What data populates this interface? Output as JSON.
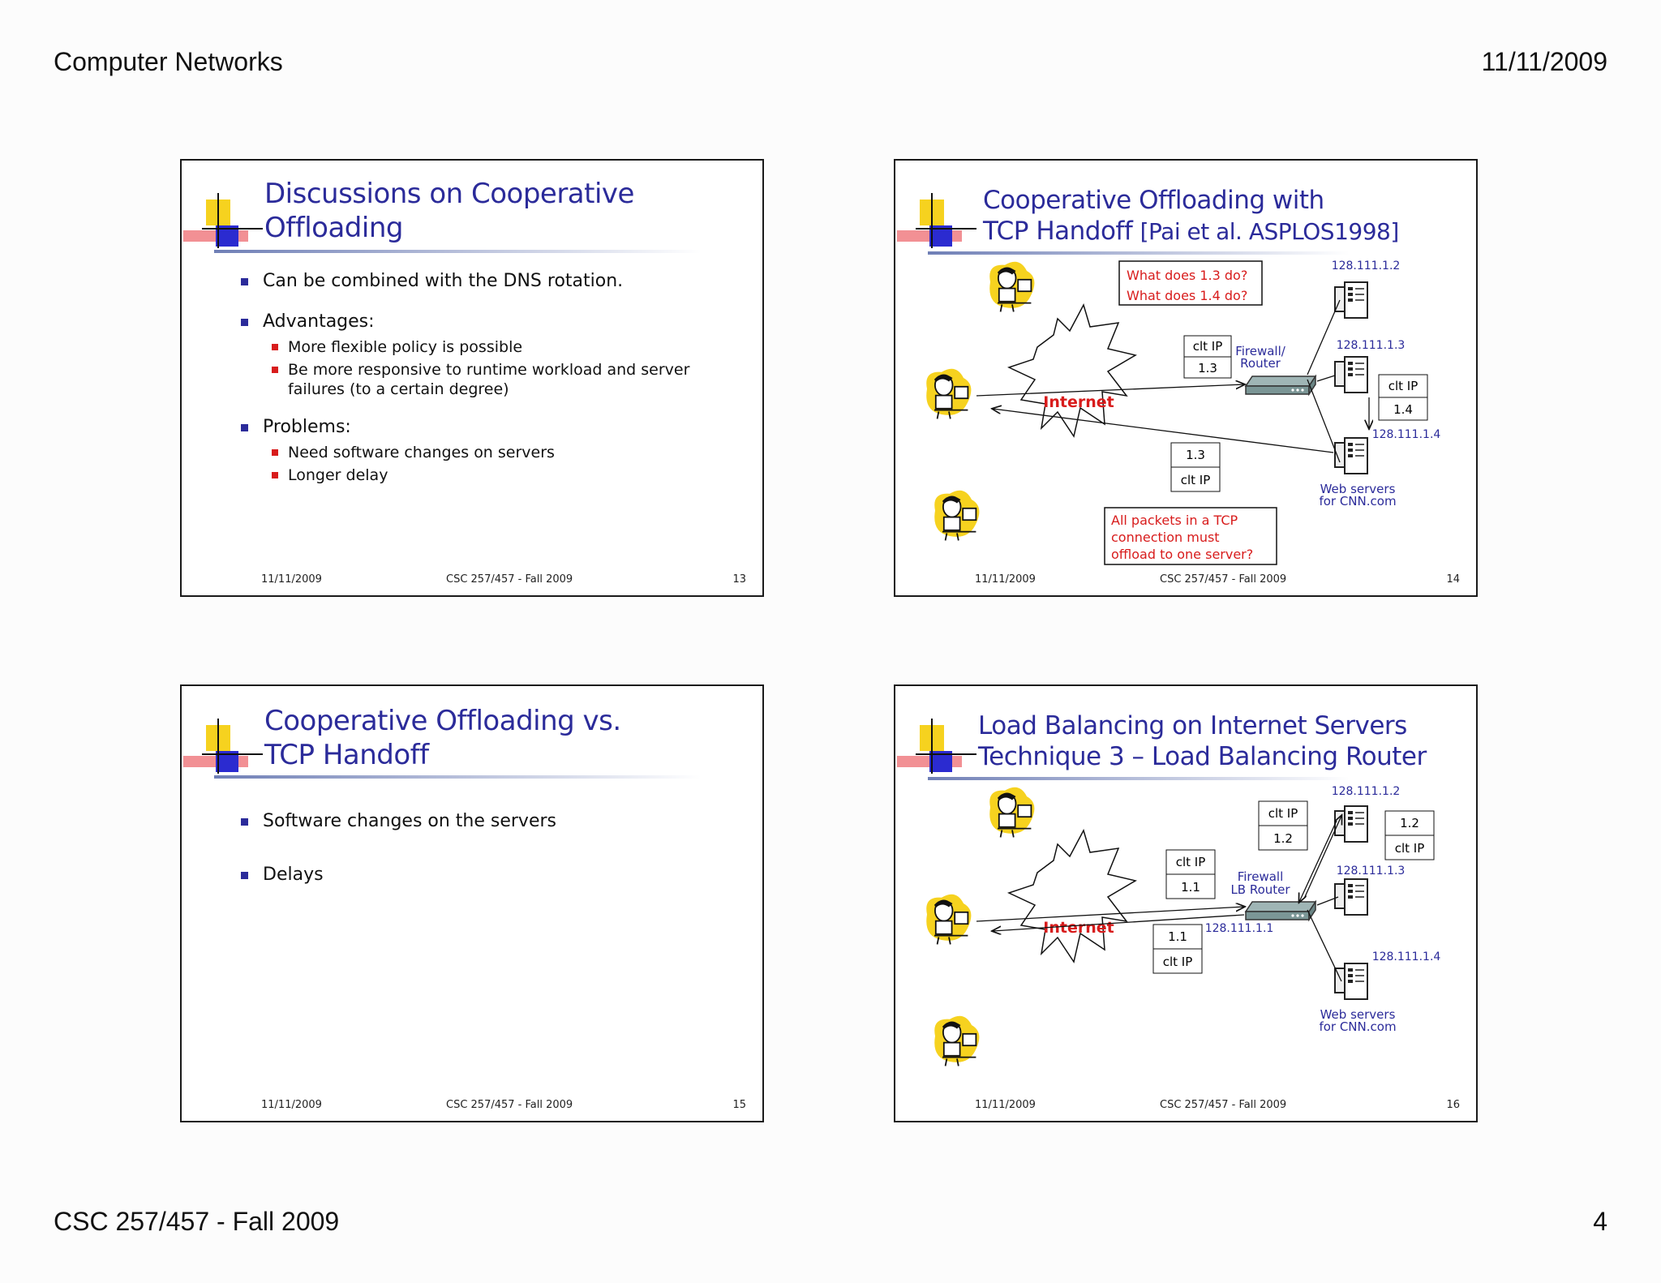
{
  "header": {
    "left": "Computer Networks",
    "right": "11/11/2009"
  },
  "footer": {
    "left": "CSC 257/457 - Fall 2009",
    "right": "4"
  },
  "slide_footer": {
    "date": "11/11/2009",
    "course": "CSC 257/457 - Fall 2009"
  },
  "colors": {
    "title": "#2b2b9a",
    "red": "#d81c1c",
    "deco_yellow": "#f6d21f",
    "deco_red": "#e8343c",
    "deco_blue": "#2b2bd0"
  },
  "slides": [
    {
      "title_line1": "Discussions on Cooperative",
      "title_line2": "Offloading",
      "bullet1": "Can be combined with the DNS rotation.",
      "bullet2": "Advantages:",
      "sub1": "More flexible policy is possible",
      "sub2a": "Be more responsive to runtime workload and server",
      "sub2b": "failures (to a certain degree)",
      "bullet3": "Problems:",
      "sub3": "Need software changes on servers",
      "sub4": "Longer delay",
      "number": "13"
    },
    {
      "title_line1": "Cooperative Offloading with",
      "title_line2": "TCP Handoff",
      "citation": "[Pai et al. ASPLOS1998]",
      "q1": "What does 1.3 do?",
      "q2": "What does 1.4 do?",
      "ip_top": "128.111.1.2",
      "ip_mid": "128.111.1.3",
      "ip_low": "128.111.1.4",
      "router_label1": "Firewall/",
      "router_label2": "Router",
      "pkt1_a": "clt IP",
      "pkt1_b": "1.3",
      "pkt2_a": "clt IP",
      "pkt2_b": "1.4",
      "pkt3_a": "1.3",
      "pkt3_b": "clt IP",
      "internet": "Internet",
      "web1": "Web servers",
      "web2": "for CNN.com",
      "note1": "All packets in a TCP",
      "note2": "connection must",
      "note3": "offload to one server?",
      "number": "14"
    },
    {
      "title_line1": "Cooperative Offloading vs.",
      "title_line2": "TCP Handoff",
      "bullet1": "Software changes on the servers",
      "bullet2": "Delays",
      "number": "15"
    },
    {
      "title_line1": "Load Balancing on Internet Servers",
      "title_line2": "Technique 3 – Load Balancing Router",
      "ip_top": "128.111.1.2",
      "ip_mid": "128.111.1.3",
      "ip_low": "128.111.1.4",
      "ip_router": "128.111.1.1",
      "router_label1": "Firewall",
      "router_label2": "LB Router",
      "pkt1_a": "clt IP",
      "pkt1_b": "1.2",
      "pkt2_a": "1.2",
      "pkt2_b": "clt IP",
      "pkt3_a": "clt IP",
      "pkt3_b": "1.1",
      "pkt4_a": "1.1",
      "pkt4_b": "clt IP",
      "internet": "Internet",
      "web1": "Web servers",
      "web2": "for CNN.com",
      "number": "16"
    }
  ]
}
